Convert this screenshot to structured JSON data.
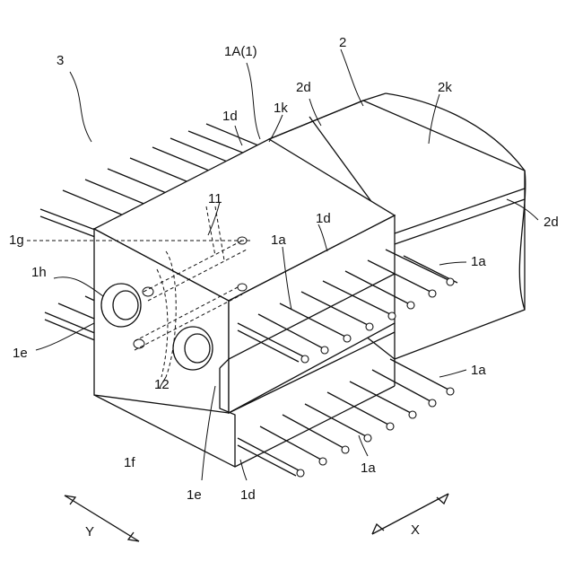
{
  "labels": {
    "ref_3": "3",
    "ref_1A": "1A(1)",
    "ref_2": "2",
    "ref_2d_top": "2d",
    "ref_2k": "2k",
    "ref_1d_top": "1d",
    "ref_1k": "1k",
    "ref_11": "11",
    "ref_1d_mid": "1d",
    "ref_1g": "1g",
    "ref_1a_mid": "1a",
    "ref_2d_right": "2d",
    "ref_1a_right_upper": "1a",
    "ref_1h": "1h",
    "ref_1e_left": "1e",
    "ref_12": "12",
    "ref_1a_right_lower": "1a",
    "ref_1f": "1f",
    "ref_1a_bottom": "1a",
    "ref_1e_bottom": "1e",
    "ref_1d_bottom": "1d",
    "axis_y": "Y",
    "axis_x": "X"
  }
}
